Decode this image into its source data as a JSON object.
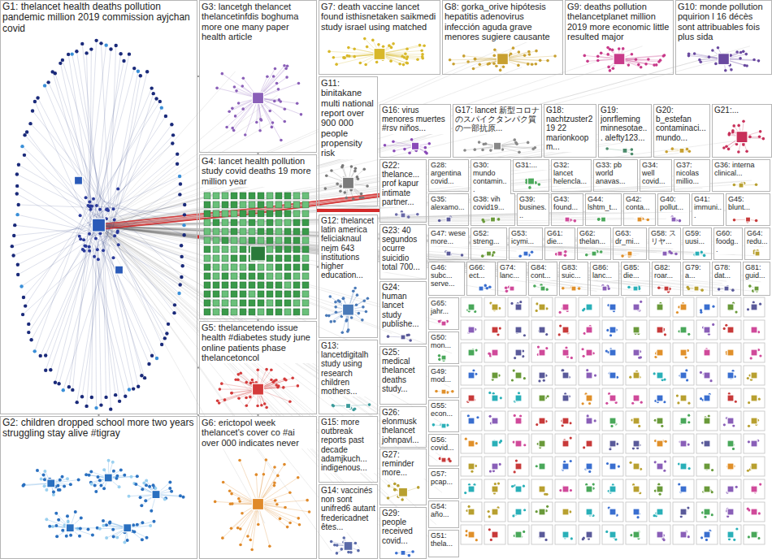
{
  "diagram": {
    "nodes": [
      {
        "text": [
          "G1: thelancet health deaths pollution pandemic million 2019 commission ayjchan covid"
        ]
      },
      {
        "text": [
          "G2: children dropped school more two years struggling stay alive #tigray"
        ]
      },
      {
        "text": [
          "G3: lancetgh thelancet thelancetinfdis boghuma more one many paper health article"
        ]
      },
      {
        "text": [
          "G4: lancet health pollution study covid deaths 19 more million year"
        ]
      },
      {
        "text": [
          "G5: thelancetendo issue health #diabetes study june online patients phase thelancetoncol"
        ]
      },
      {
        "text": [
          "G6: erictopol week thelancet's cover co #ai over 000 indicates never"
        ]
      },
      {
        "text": [
          "G7: death vaccine lancet found isthisnetaken saikmedi study israel using matched"
        ]
      },
      {
        "text": [
          "G8: gorka_orive hipótesis hepatitis adenovirus infección aguda grave menores sugiere causante"
        ]
      },
      {
        "text": [
          "G9: deaths pollution thelancetplanet million 2019 more economic little resulted major"
        ]
      },
      {
        "text": [
          "G10: monde pollution pquirion l 16 décès sont attribuables fois plus sida"
        ]
      },
      {
        "text": [
          "G11: binitakane multi national report over 900 000 people propensity risk"
        ]
      },
      {
        "text": [
          "G12: thelancet latin america feliciaknaul nejm 643 institutions higher education..."
        ]
      },
      {
        "text": [
          "G13: lancetdigitalh study using research children mothers..."
        ]
      },
      {
        "text": [
          "G15: more outbreak reports past decade adamjkuch... indigenous..."
        ]
      },
      {
        "text": [
          "G14: vaccinés non sont unifred6 autant fredericadnet êtes..."
        ]
      },
      {
        "text": [
          "G16: virus menores muertes #rsv niños..."
        ]
      },
      {
        "text": [
          "G17: lancet 新型コロナのスパイクタンパク質の一部抗原..."
        ]
      },
      {
        "text": [
          "G18: nachtzuster2 19 22 marionkoopm..."
        ]
      },
      {
        "text": [
          "G19: jonrfleming minnesotae... alefty123..."
        ]
      },
      {
        "text": [
          "G20: b_estefan contaminaci... mundo..."
        ]
      },
      {
        "text": [
          "G21:..."
        ]
      },
      {
        "text": [
          "G22: thelance... prof kapur intimate partner..."
        ]
      },
      {
        "text": [
          "G28: argentina covid..."
        ]
      },
      {
        "text": [
          "G30: mundo contamin..."
        ]
      },
      {
        "text": [
          "G31:..."
        ]
      },
      {
        "text": [
          "G32: lancet helencla..."
        ]
      },
      {
        "text": [
          "G33: pb world anavas..."
        ]
      },
      {
        "text": [
          "G34: well covid..."
        ]
      },
      {
        "text": [
          "G37: nicolas millio..."
        ]
      },
      {
        "text": [
          "G36: interna clinical..."
        ]
      },
      {
        "text": [
          "G35: alexamo..."
        ]
      },
      {
        "text": [
          "G38: vih covid19..."
        ]
      },
      {
        "text": [
          "G39: busines..."
        ]
      },
      {
        "text": [
          "G43: found..."
        ]
      },
      {
        "text": [
          "G44: lshtm_t..."
        ]
      },
      {
        "text": [
          "G42: conta..."
        ]
      },
      {
        "text": [
          "G40: pollut..."
        ]
      },
      {
        "text": [
          "G41: immuni..."
        ]
      },
      {
        "text": [
          "G45: blunt..."
        ]
      },
      {
        "text": [
          "G23: 40 segundos ocurre suicidio total 700..."
        ]
      },
      {
        "text": [
          "G47: wese more..."
        ]
      },
      {
        "text": [
          "G52: streng..."
        ]
      },
      {
        "text": [
          "G53: icymi..."
        ]
      },
      {
        "text": [
          "G61: die..."
        ]
      },
      {
        "text": [
          "G62: thelan..."
        ]
      },
      {
        "text": [
          "G63: dr_mi..."
        ]
      },
      {
        "text": [
          "G58: スリヤ..."
        ]
      },
      {
        "text": [
          "G59: uusi..."
        ]
      },
      {
        "text": [
          "G60: foodg..."
        ]
      },
      {
        "text": [
          "G64: redu..."
        ]
      },
      {
        "text": [
          "G24: human lancet study publishe..."
        ]
      },
      {
        "text": [
          "G46: subc... serve..."
        ]
      },
      {
        "text": [
          "G66: ect..."
        ]
      },
      {
        "text": [
          "G74: lanc..."
        ]
      },
      {
        "text": [
          "G84: cont..."
        ]
      },
      {
        "text": [
          "G83: suic..."
        ]
      },
      {
        "text": [
          "G86: lanc..."
        ]
      },
      {
        "text": [
          "G85: die..."
        ]
      },
      {
        "text": [
          "G82: roar..."
        ]
      },
      {
        "text": [
          "G79: a..."
        ]
      },
      {
        "text": [
          "G78: dat..."
        ]
      },
      {
        "text": [
          "G81: guid..."
        ]
      },
      {
        "text": [
          "G25: medical thelancet deaths study..."
        ]
      },
      {
        "text": [
          "G65: jahr..."
        ]
      },
      {
        "text": [
          "G50: mon..."
        ]
      },
      {
        "text": [
          "G49: mod..."
        ]
      },
      {
        "text": [
          "G26: elonmusk thelancet johnpavl..."
        ]
      },
      {
        "text": [
          "G55: econ..."
        ]
      },
      {
        "text": [
          "G56: covid..."
        ]
      },
      {
        "text": [
          "G27: reminder more..."
        ]
      },
      {
        "text": [
          "G57: pcap..."
        ]
      },
      {
        "text": [
          "G54: año..."
        ]
      },
      {
        "text": [
          "G29: people received covid..."
        ]
      },
      {
        "text": [
          "G51: thela..."
        ]
      }
    ],
    "edges": [
      {
        "from": 0,
        "to": 2,
        "arrow": "none"
      },
      {
        "from": 0,
        "to": 3,
        "arrow": "none"
      },
      {
        "from": 0,
        "to": 4,
        "arrow": "none"
      },
      {
        "from": 0,
        "to": 1,
        "arrow": "none"
      },
      {
        "from": 2,
        "to": 3,
        "arrow": "none"
      },
      {
        "from": 3,
        "to": 4,
        "arrow": "none"
      },
      {
        "from": 3,
        "to": 21,
        "arrow": "none"
      },
      {
        "from": 3,
        "to": 11,
        "arrow": "none"
      },
      {
        "from": 4,
        "to": 5,
        "arrow": "none"
      },
      {
        "from": 0,
        "to": 5,
        "arrow": "none"
      }
    ]
  }
}
